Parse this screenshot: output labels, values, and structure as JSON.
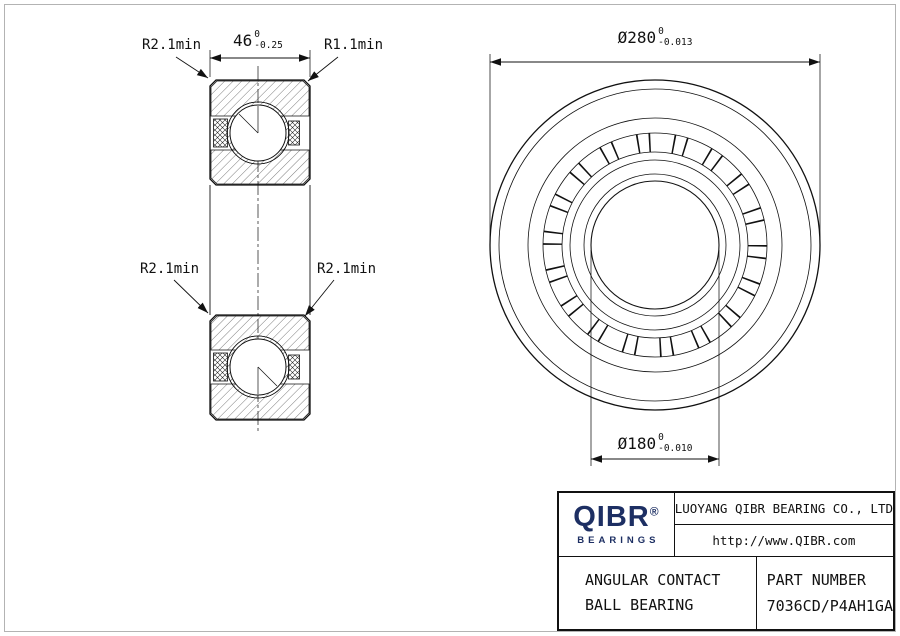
{
  "colors": {
    "line": "#111111",
    "logo_navy": "#1d2f63",
    "background": "#ffffff",
    "frame_gray": "#b3b3b3"
  },
  "section_view": {
    "width_dim": {
      "value": "46",
      "tol_upper": "0",
      "tol_lower": "-0.25"
    },
    "radius_top_left": "R2.1min",
    "radius_top_right": "R1.1min",
    "radius_mid_left": "R2.1min",
    "radius_mid_right": "R2.1min"
  },
  "front_view": {
    "outer_dim": {
      "value": "Ø280",
      "tol_upper": "0",
      "tol_lower": "-0.013"
    },
    "bore_dim": {
      "value": "Ø180",
      "tol_upper": "0",
      "tol_lower": "-0.010"
    }
  },
  "title_block": {
    "logo_text": "QIBR",
    "logo_registered": "®",
    "logo_subtext": "BEARINGS",
    "company_name": "LUOYANG QIBR BEARING CO., LTD",
    "website": "http://www.QIBR.com",
    "product_line1": "ANGULAR CONTACT",
    "product_line2": "BALL BEARING",
    "part_number_label": "PART NUMBER",
    "part_number": "7036CD/P4AH1GA"
  }
}
